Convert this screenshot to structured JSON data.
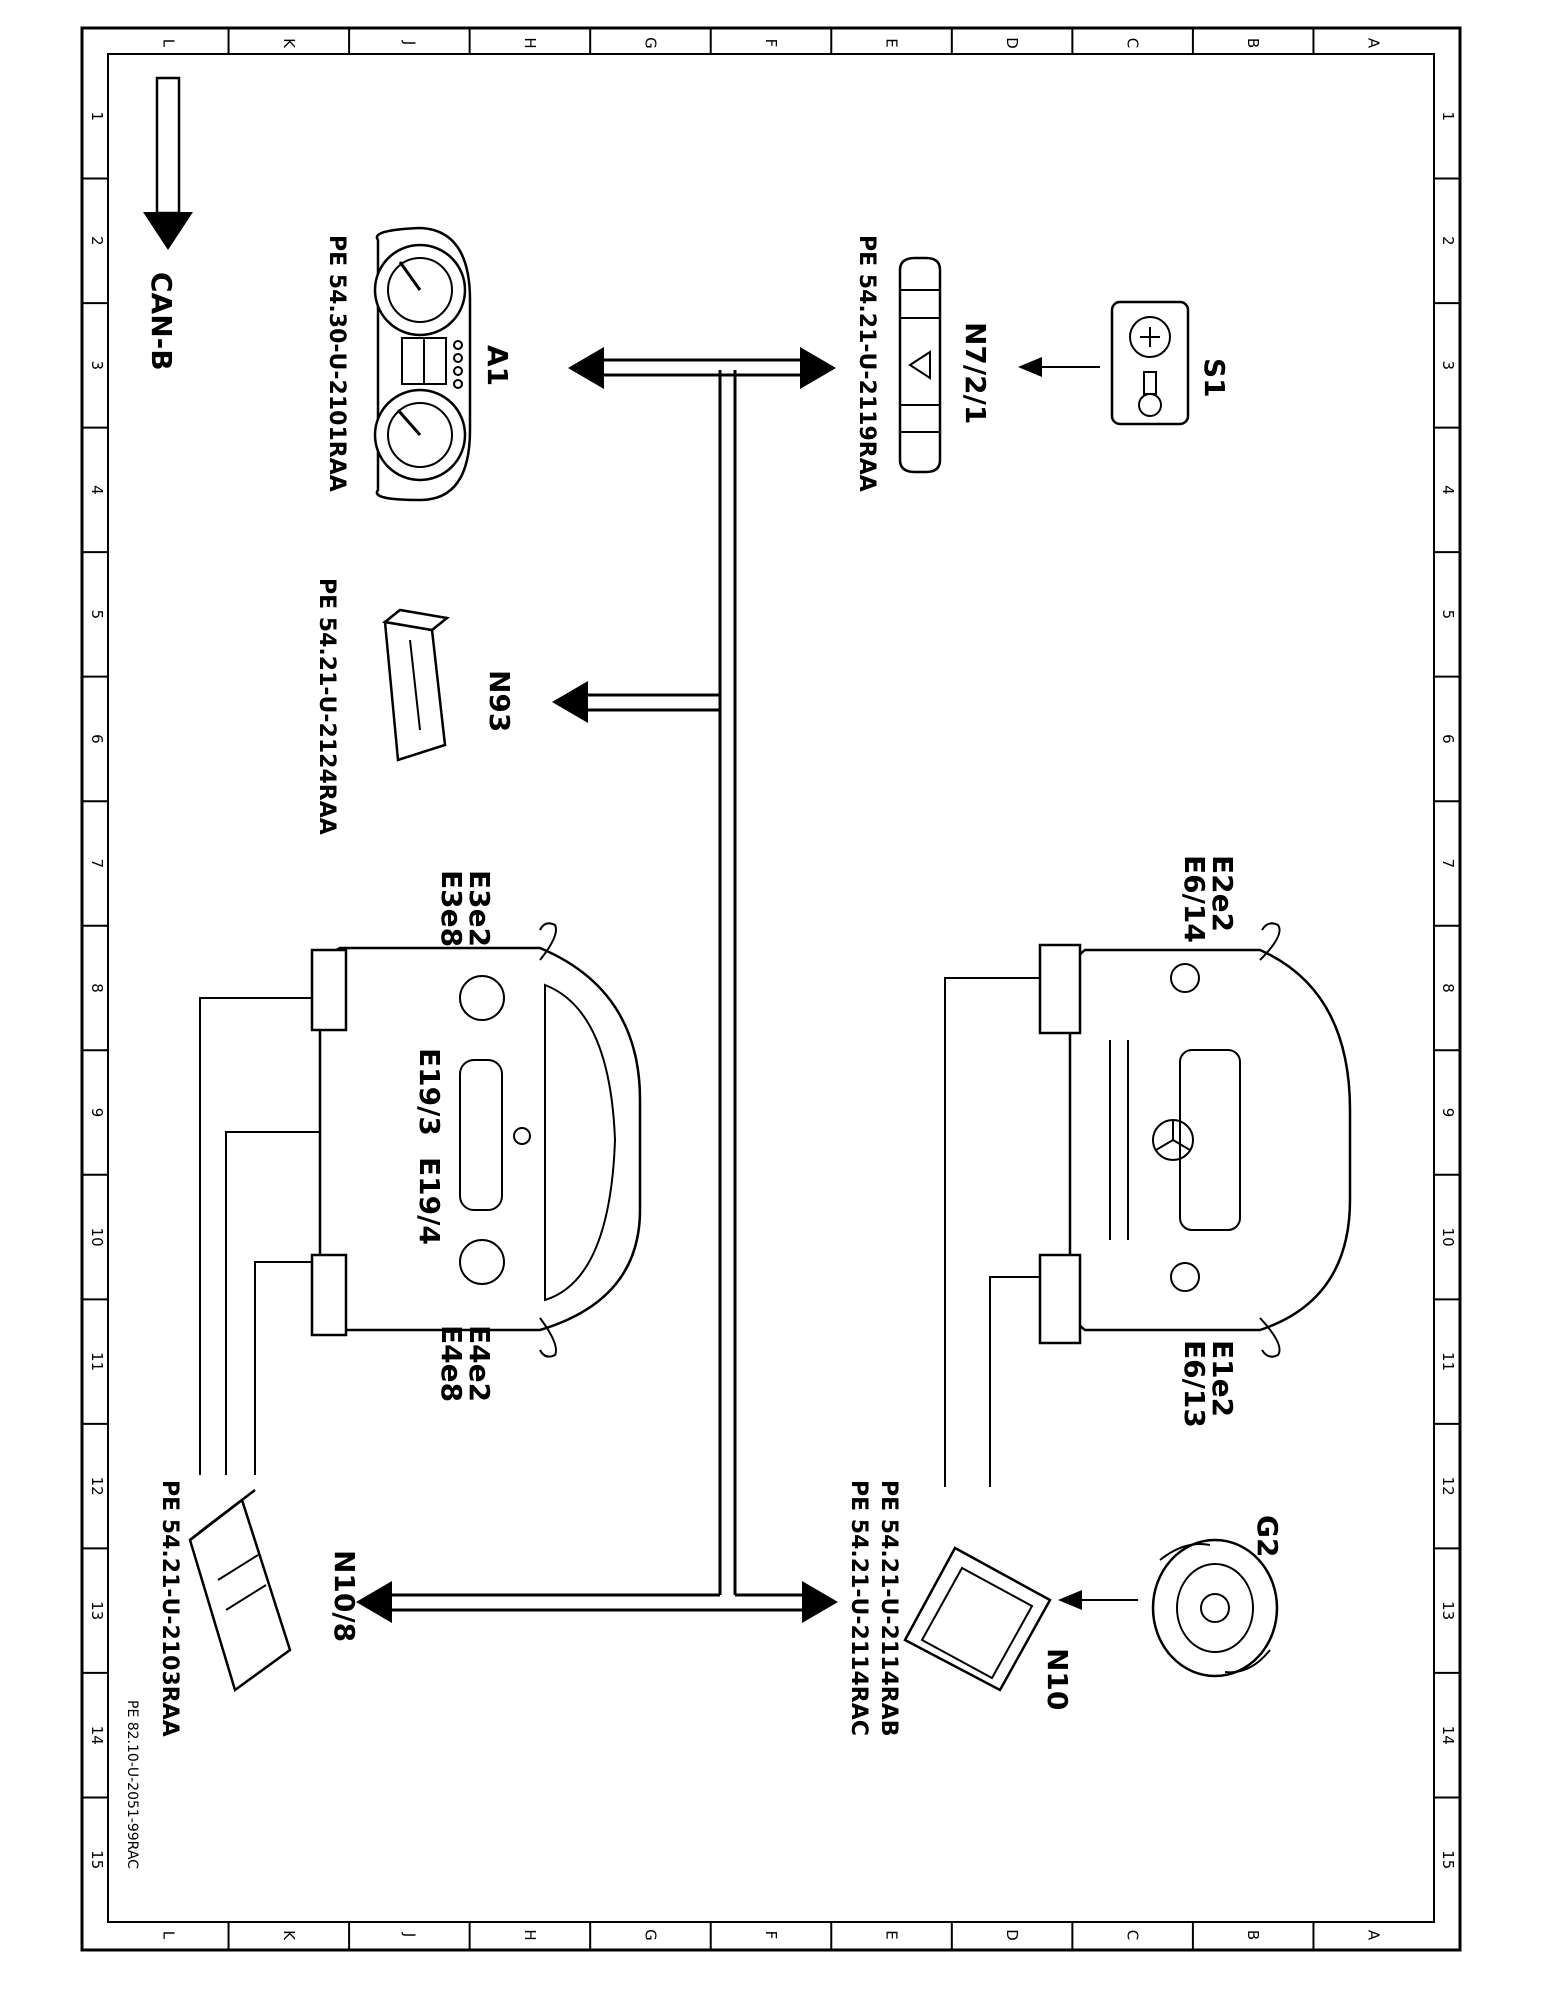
{
  "legend": {
    "bus_label": "CAN-B"
  },
  "components": {
    "a1": {
      "label": "A1",
      "ref": "PE 54.30-U-2101RAA"
    },
    "n72_1": {
      "label": "N7/2/1",
      "ref": "PE 54.21-U-2119RAA"
    },
    "s1": {
      "label": "S1"
    },
    "n93": {
      "label": "N93",
      "ref": "PE 54.21-U-2124RAA"
    },
    "n10_8": {
      "label": "N10/8",
      "ref": "PE 54.21-U-2103RAA"
    },
    "n10": {
      "label": "N10",
      "ref1": "PE 54.21-U-2114RAB",
      "ref2": "PE 54.21-U-2114RAC"
    },
    "g2": {
      "label": "G2"
    },
    "rear_left_lamp": {
      "l1": "E3e2",
      "l2": "E3e8"
    },
    "rear_right_lamp": {
      "l1": "E4e2",
      "l2": "E4e8"
    },
    "rear_center_1": {
      "label": "E19/3"
    },
    "rear_center_2": {
      "label": "E19/4"
    },
    "front_left_lamp": {
      "l1": "E2e2",
      "l2": "E6/14"
    },
    "front_right_lamp": {
      "l1": "E1e2",
      "l2": "E6/13"
    }
  },
  "grid": {
    "letters": [
      "L",
      "K",
      "J",
      "H",
      "G",
      "F",
      "E",
      "D",
      "C",
      "B",
      "A"
    ],
    "numbers": [
      "1",
      "2",
      "3",
      "4",
      "5",
      "6",
      "7",
      "8",
      "9",
      "10",
      "11",
      "12",
      "13",
      "14",
      "15"
    ]
  },
  "footer": {
    "doc_ref": "PE 82.10-U-2051-99RAC"
  }
}
